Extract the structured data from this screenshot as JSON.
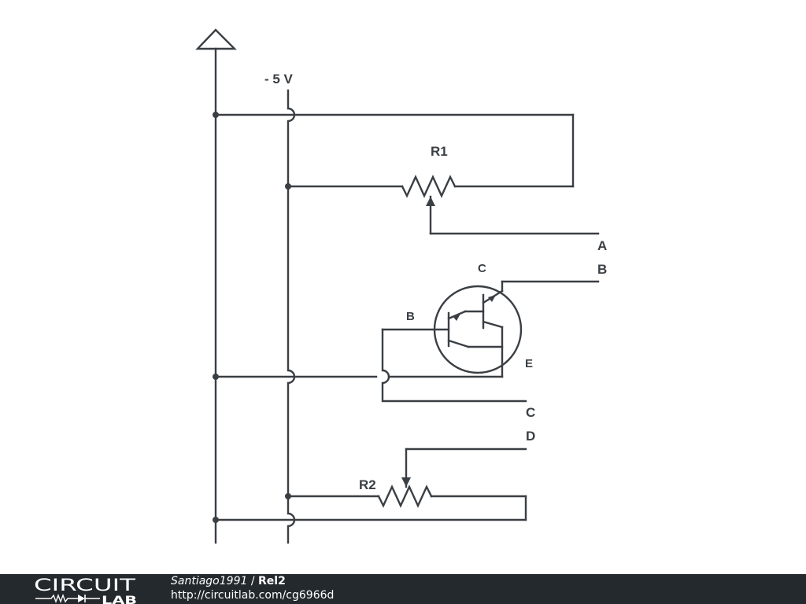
{
  "schematic": {
    "supply_label": "- 5 V",
    "r1_label": "R1",
    "r2_label": "R2",
    "terminals": {
      "a": "A",
      "b": "B",
      "c": "C",
      "d": "D"
    },
    "transistor_pins": {
      "c": "C",
      "b": "B",
      "e": "E"
    }
  },
  "footer": {
    "logo_top": "CIRCUIT",
    "logo_bottom": "LAB",
    "author": "Santiago1991",
    "separator": " / ",
    "title": "Rel2",
    "url": "http://circuitlab.com/cg6966d"
  },
  "colors": {
    "wire": "#3a3f44",
    "footer_bg": "#24292d",
    "footer_text": "#ffffff"
  }
}
